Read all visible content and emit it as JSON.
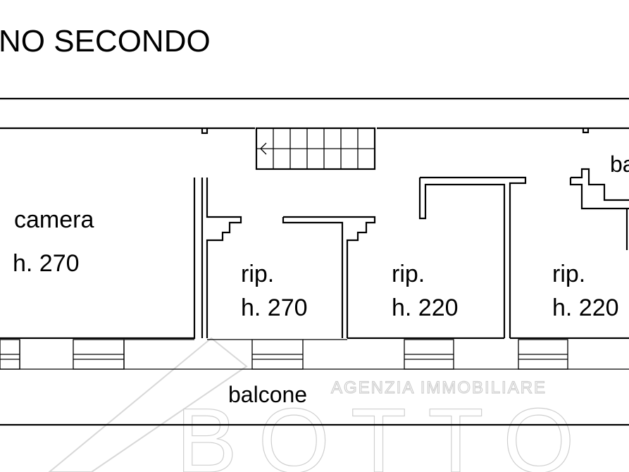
{
  "plan": {
    "title": "NO SECONDO",
    "rooms": [
      {
        "name": "camera",
        "height": "h. 270"
      },
      {
        "name": "rip.",
        "height": "h. 270"
      },
      {
        "name": "rip.",
        "height": "h. 220"
      },
      {
        "name": "rip.",
        "height": "h. 220"
      }
    ],
    "balcone_bottom": "balcone",
    "balcone_top_partial": "ba"
  },
  "watermark": {
    "agency": "AGENZIA IMMOBILIARE",
    "brand": "BOTTO"
  }
}
